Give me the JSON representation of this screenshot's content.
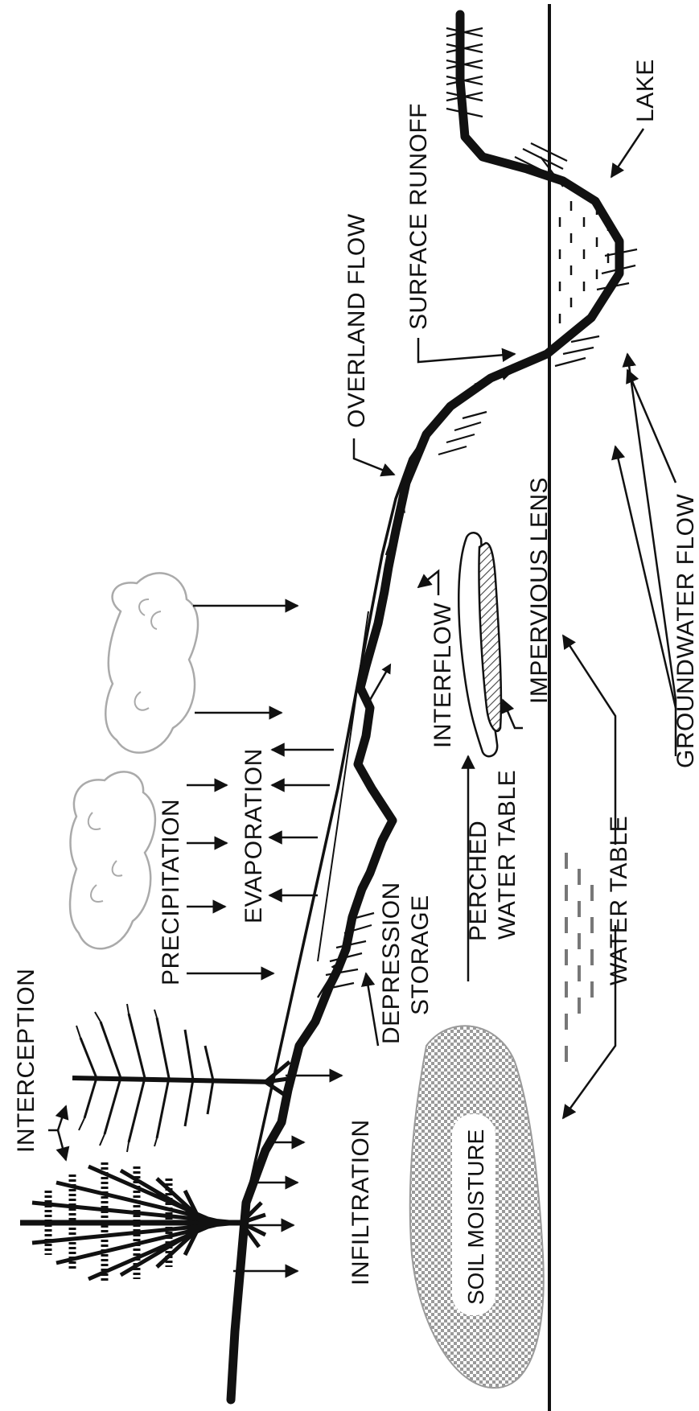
{
  "labels": {
    "interception": "INTERCEPTION",
    "infiltration": "INFILTRATION",
    "precipitation": "PRECIPITATION",
    "evaporation": "EVAPORATION",
    "depression_storage_1": "DEPRESSION",
    "depression_storage_2": "STORAGE",
    "soil_moisture": "SOIL MOISTURE",
    "perched_water_table_1": "PERCHED",
    "perched_water_table_2": "WATER TABLE",
    "water_table": "WATER TABLE",
    "interflow": "INTERFLOW",
    "impervious_lens": "IMPERVIOUS LENS",
    "overland_flow": "OVERLAND FLOW",
    "surface_runoff": "SURFACE RUNOFF",
    "lake": "LAKE",
    "groundwater_flow": "GROUNDWATER FLOW"
  },
  "colors": {
    "ink": "#111111",
    "cloud": "#aaaaaa",
    "soil_checker": "#9a9a9a",
    "dash_gray": "#777777"
  }
}
